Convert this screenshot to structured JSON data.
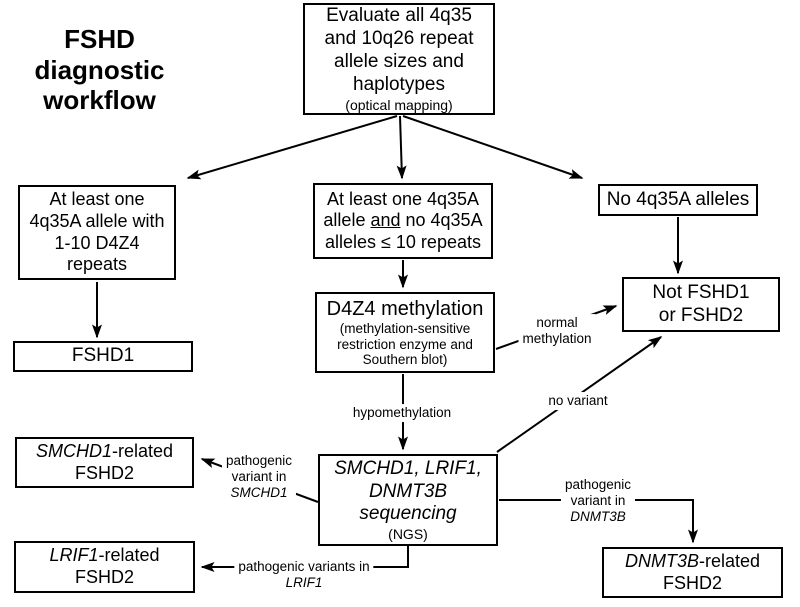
{
  "colors": {
    "ink": "#000000",
    "background": "#ffffff"
  },
  "title": "FSHD\ndiagnostic\nworkflow",
  "nodes": {
    "evaluate": {
      "main": "Evaluate all 4q35\nand 10q26 repeat\nallele sizes and\nhaplotypes",
      "sub": "(optical mapping)"
    },
    "at_least_one_repeats": {
      "text": "At least one\n4q35A allele with\n1-10 D4Z4\nrepeats"
    },
    "at_least_one_and_none": {
      "line1": "At least one 4q35A",
      "line2_pre": "allele ",
      "line2_underline": "and",
      "line2_post": " no 4q35A",
      "line3": "alleles ≤ 10 repeats"
    },
    "no_4q35a": {
      "text": "No 4q35A alleles"
    },
    "fshd1": {
      "text": "FSHD1"
    },
    "d4z4_methylation": {
      "main": "D4Z4 methylation",
      "sub": "(methylation-sensitive\nrestriction enzyme and\nSouthern blot)"
    },
    "not_fshd": {
      "text": "Not FSHD1\nor FSHD2"
    },
    "sequencing": {
      "main_italic": "SMCHD1, LRIF1,\nDNMT3B\nsequencing",
      "sub": "(NGS)"
    },
    "smchd1_related": {
      "gene": "SMCHD1",
      "suffix": "-related",
      "line2": "FSHD2"
    },
    "lrif1_related": {
      "gene": "LRIF1",
      "suffix": "-related",
      "line2": "FSHD2"
    },
    "dnmt3b_related": {
      "gene": "DNMT3B",
      "suffix": "-related",
      "line2": "FSHD2"
    }
  },
  "edge_labels": {
    "normal_methylation": "normal\nmethylation",
    "hypomethylation": "hypomethylation",
    "no_variant": "no variant",
    "pathogenic_smchd1": {
      "text": "pathogenic\nvariant in",
      "gene": "SMCHD1"
    },
    "pathogenic_lrif1": {
      "text": "pathogenic variants in",
      "gene": "LRIF1"
    },
    "pathogenic_dnmt3b": {
      "text": "pathogenic\nvariant in",
      "gene": "DNMT3B"
    }
  }
}
